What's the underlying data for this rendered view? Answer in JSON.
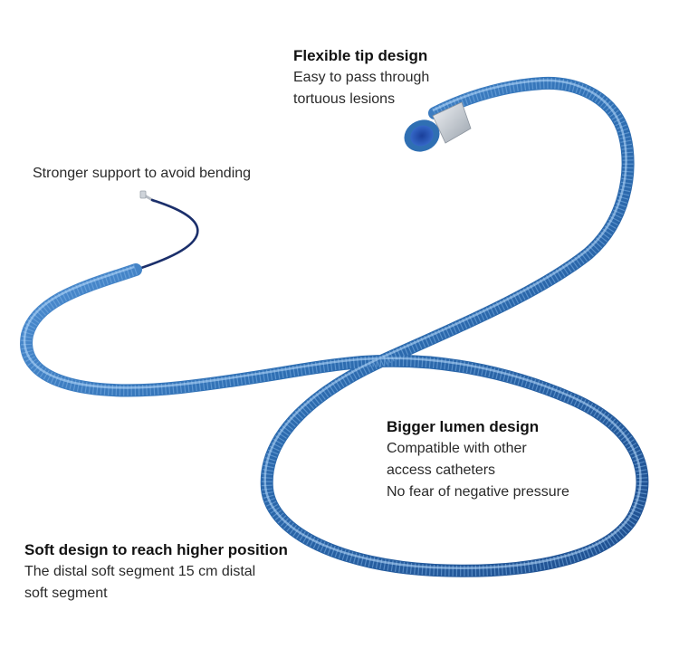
{
  "callouts": {
    "flexible_tip": {
      "heading": "Flexible tip design",
      "lines": [
        "Easy to pass through",
        "tortuous lesions"
      ]
    },
    "support": {
      "lines": [
        "Stronger support to avoid bending"
      ]
    },
    "lumen": {
      "heading": "Bigger lumen design",
      "lines": [
        "Compatible with other",
        "access catheters",
        "No fear of negative pressure"
      ]
    },
    "soft": {
      "heading": "Soft design to reach higher position",
      "lines": [
        "The distal soft segment 15 cm distal",
        "soft segment"
      ]
    }
  },
  "colors": {
    "catheter_blue": "#2f6fb3",
    "catheter_dark": "#1f4f8f",
    "catheter_light": "#7fb3e6",
    "tip_band": "#c9ced6",
    "proximal_navy": "#1b2f6b"
  }
}
